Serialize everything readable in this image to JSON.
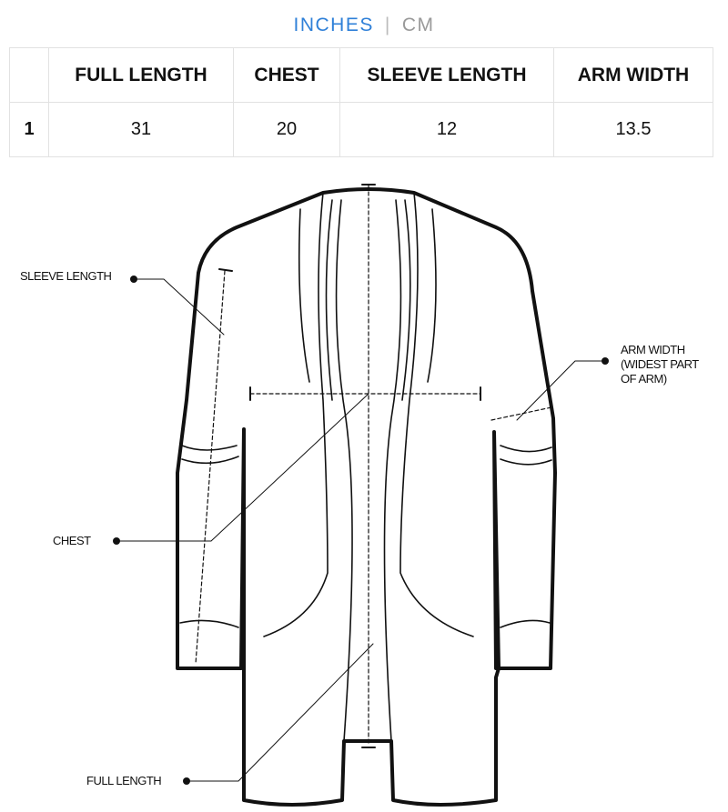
{
  "unit_toggle": {
    "active": "INCHES",
    "separator": "|",
    "inactive": "CM"
  },
  "table": {
    "headers": [
      "",
      "FULL LENGTH",
      "CHEST",
      "SLEEVE LENGTH",
      "ARM WIDTH"
    ],
    "rows": [
      [
        "1",
        "31",
        "20",
        "12",
        "13.5"
      ]
    ]
  },
  "diagram": {
    "labels": {
      "sleeve_length": "SLEEVE LENGTH",
      "arm_width_1": "ARM WIDTH",
      "arm_width_2": "(WIDEST PART",
      "arm_width_3": "OF ARM)",
      "chest": "CHEST",
      "full_length": "FULL LENGTH"
    }
  }
}
